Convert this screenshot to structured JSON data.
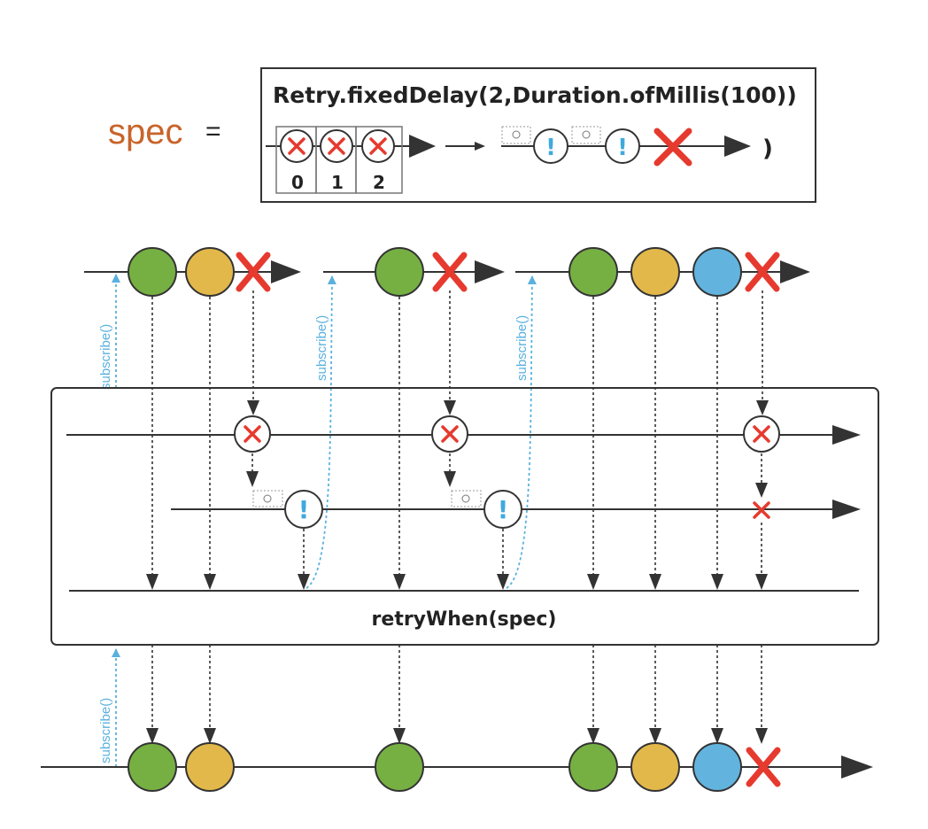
{
  "spec": {
    "name": "spec",
    "equals": "=",
    "formula": "Retry.fixedDelay(2,Duration.ofMillis(100))",
    "attempt_indices": [
      "0",
      "1",
      "2"
    ],
    "closing_paren": ")"
  },
  "labels": {
    "subscribe": "subscribe()",
    "operator": "retryWhen(spec)",
    "signal_glyph": "!"
  },
  "colors": {
    "green": "#76b043",
    "yellow": "#e2b84a",
    "blue": "#62b4de",
    "error_red": "#e63a2e",
    "spec_orange": "#c8642a",
    "subscribe_blue": "#5ab1de",
    "line": "#333333"
  },
  "sources": [
    {
      "marbles": [
        "green",
        "yellow"
      ],
      "terminal": "error"
    },
    {
      "marbles": [
        "green"
      ],
      "terminal": "error"
    },
    {
      "marbles": [
        "green",
        "yellow",
        "blue"
      ],
      "terminal": "error"
    }
  ],
  "output": {
    "marbles": [
      "green",
      "yellow",
      "green",
      "green",
      "yellow",
      "blue"
    ],
    "terminal": "error"
  }
}
